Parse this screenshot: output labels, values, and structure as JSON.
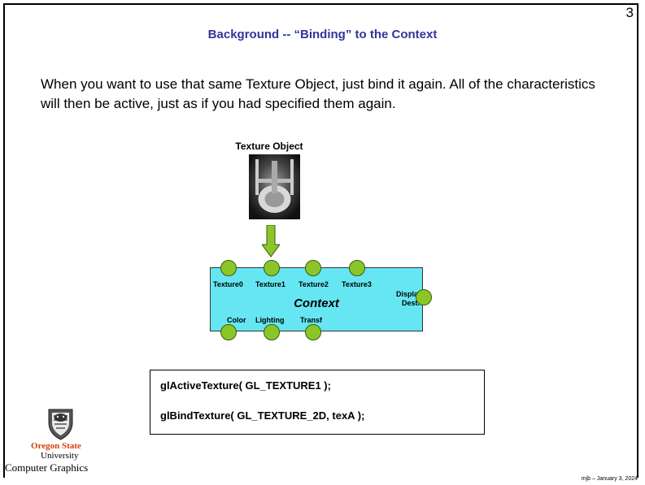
{
  "slide": {
    "page_number": "3",
    "title": "Background -- “Binding” to the Context",
    "body": "When you want to use that same Texture Object, just bind it again.  All of the characteristics will then be active, just as if you had specified them again."
  },
  "diagram": {
    "texture_object_label": "Texture Object",
    "context_title": "Context",
    "top_nodes": [
      "Texture0",
      "Texture1",
      "Texture2",
      "Texture3"
    ],
    "display_label_1": "Display",
    "display_label_2": "Dest.",
    "bottom_nodes": [
      "Color",
      "Lighting",
      "Transf"
    ]
  },
  "code": {
    "line1": "glActiveTexture( GL_TEXTURE1 );",
    "line2": "glBindTexture( GL_TEXTURE_2D, texA );"
  },
  "branding": {
    "name": "Oregon State",
    "university": "University",
    "department": "Computer Graphics",
    "footer": "mjb – January 3, 2024"
  },
  "colors": {
    "title": "#2F3699",
    "context_fill": "#66E6F2",
    "node_fill": "#8BC628",
    "osu_orange": "#D73F09"
  }
}
